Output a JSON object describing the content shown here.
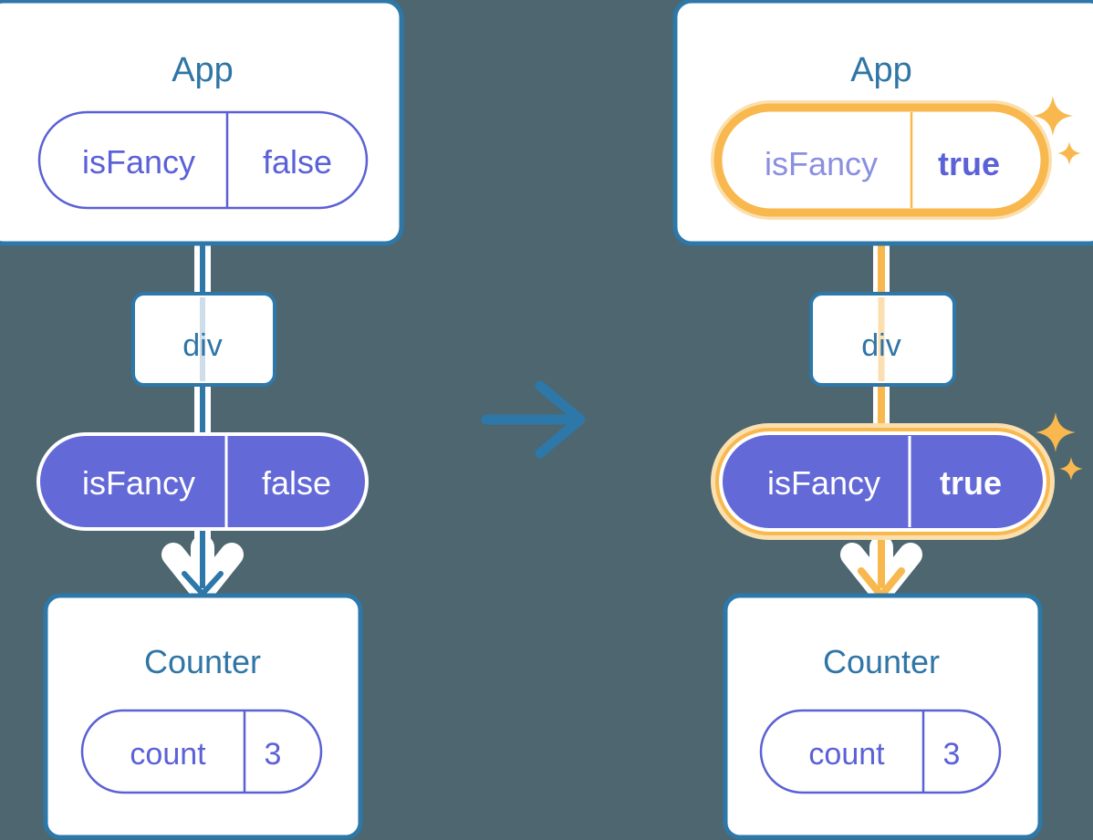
{
  "diagram": {
    "title": "React state propagation before and after isFancy changes",
    "background_color": "#4d666f",
    "colors": {
      "box_border_blue": "#2d78a8",
      "box_fill": "#ffffff",
      "title_blue": "#2f75a5",
      "pill_purple": "#6469d8",
      "pill_outline_purple": "#5a61d4",
      "pill_text_white": "#ffffff",
      "pill_text_purple": "#5b61d6",
      "highlight_orange": "#f8b84e",
      "highlight_orange_soft": "#fbdfad",
      "arrow_blue": "#2d78a8",
      "line_light_blue": "#cfdcea",
      "line_light_orange": "#fcdfb0"
    },
    "panels": [
      {
        "id": "before",
        "app": {
          "title": "App",
          "state_pill": {
            "key": "isFancy",
            "value": "false",
            "style": "outline-purple",
            "highlighted": false,
            "value_bold": false
          }
        },
        "div": {
          "label": "div"
        },
        "prop_pill": {
          "key": "isFancy",
          "value": "false",
          "style": "solid-purple",
          "highlighted": false,
          "value_bold": false
        },
        "counter": {
          "title": "Counter",
          "state_pill": {
            "key": "count",
            "value": "3",
            "style": "outline-purple",
            "highlighted": false,
            "value_bold": false
          }
        },
        "flow_color": "#2d78a8",
        "sparkles": []
      },
      {
        "id": "after",
        "app": {
          "title": "App",
          "state_pill": {
            "key": "isFancy",
            "value": "true",
            "style": "outline-purple",
            "highlighted": true,
            "value_bold": true
          }
        },
        "div": {
          "label": "div"
        },
        "prop_pill": {
          "key": "isFancy",
          "value": "true",
          "style": "solid-purple",
          "highlighted": true,
          "value_bold": true
        },
        "counter": {
          "title": "Counter",
          "state_pill": {
            "key": "count",
            "value": "3",
            "style": "outline-purple",
            "highlighted": false,
            "value_bold": false
          }
        },
        "flow_color": "#f8b84e",
        "sparkles": [
          "sparkle-large",
          "sparkle-small",
          "sparkle-large",
          "sparkle-small"
        ]
      }
    ],
    "transition_arrow": {
      "name": "transition-arrow",
      "direction": "right",
      "color": "#2d78a8"
    }
  }
}
